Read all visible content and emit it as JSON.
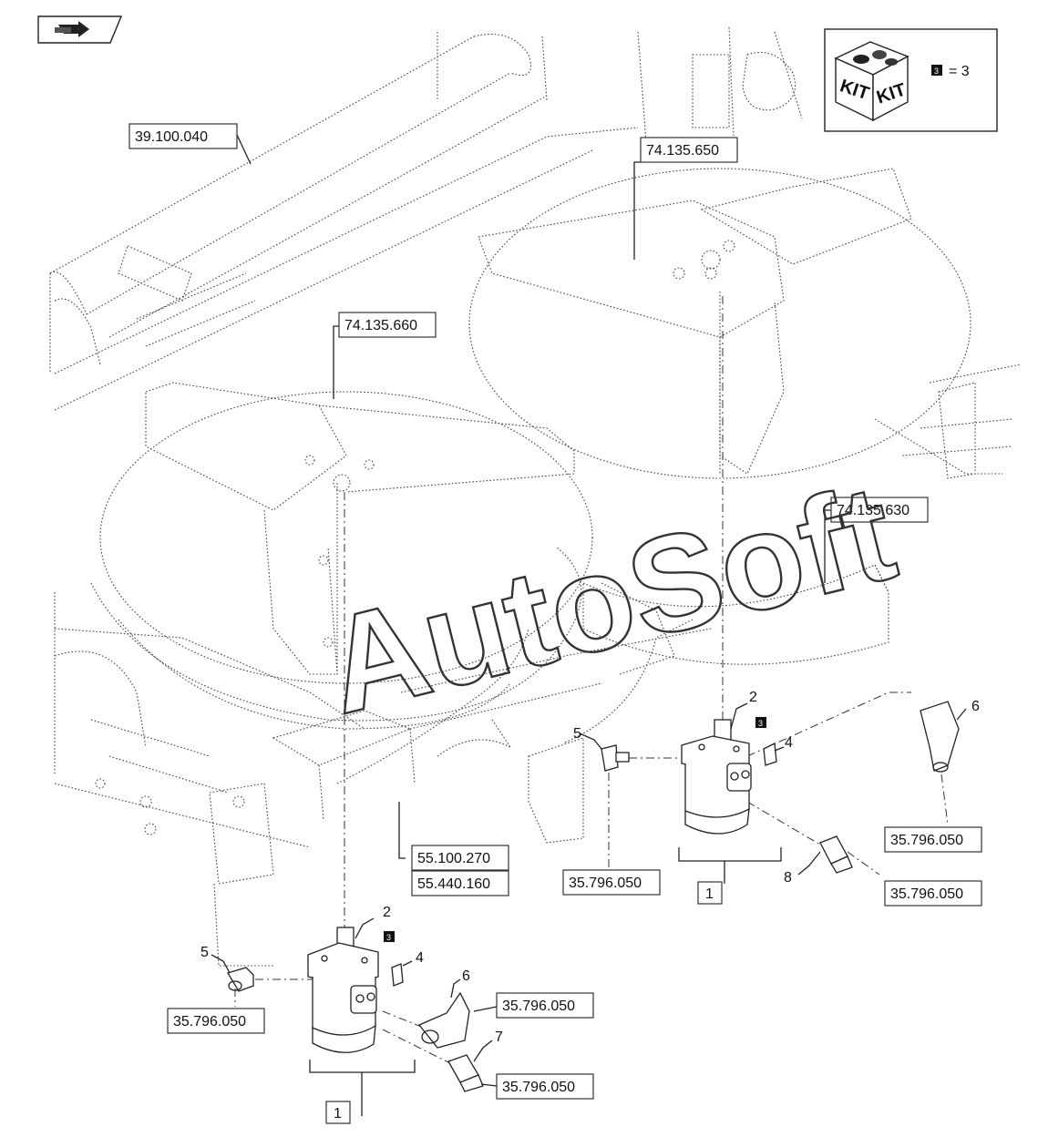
{
  "refs": {
    "r39100040": "39.100.040",
    "r74135650": "74.135.650",
    "r74135660": "74.135.660",
    "r74135630": "74.135.630",
    "r55100270": "55.100.270",
    "r55440160": "55.440.160",
    "r35796050_a": "35.796.050",
    "r35796050_b": "35.796.050",
    "r35796050_c": "35.796.050",
    "r35796050_d": "35.796.050",
    "r35796050_e": "35.796.050",
    "r35796050_f": "35.796.050"
  },
  "items": {
    "right_assembly": "1",
    "left_assembly": "1",
    "r2": "2",
    "r4": "4",
    "r5": "5",
    "r6": "6",
    "r8": "8",
    "l2": "2",
    "l4": "4",
    "l5": "5",
    "l6": "6",
    "l7": "7"
  },
  "kit": {
    "label_left": "KIT",
    "label_right": "KIT",
    "badge": "3",
    "quantity_text": "= 3"
  },
  "markers": {
    "right_marker": "3",
    "left_marker": "3"
  },
  "watermark": "AutoSoft"
}
